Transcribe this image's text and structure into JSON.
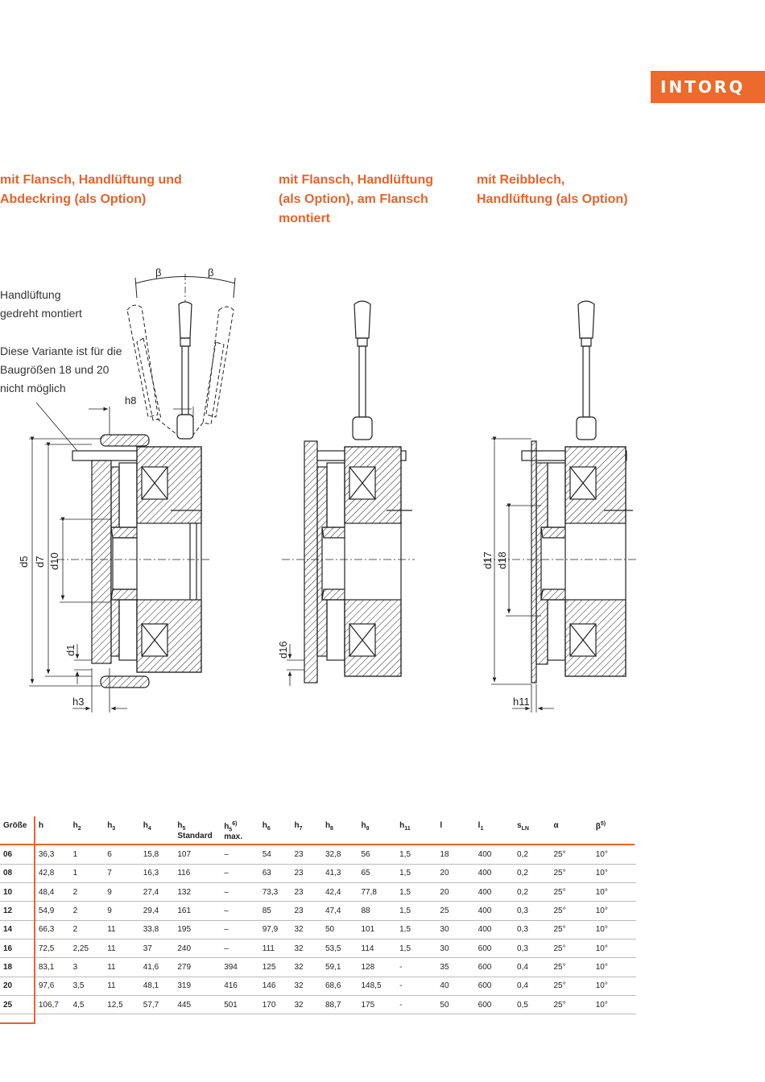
{
  "logo": "INTORQ",
  "variants": [
    {
      "lines": [
        "mit Flansch, Handlüftung und",
        "Abdeckring (als Option)"
      ]
    },
    {
      "lines": [
        "mit Flansch, Handlüftung",
        "(als Option), am Flansch",
        "montiert"
      ]
    },
    {
      "lines": [
        "mit Reibblech,",
        "Handlüftung (als Option)"
      ]
    }
  ],
  "notes": {
    "rotated": [
      "Handlüftung",
      "gedreht montiert"
    ],
    "variant": [
      "Diese Variante ist für die",
      "Baugrößen 18 und 20",
      "nicht möglich"
    ]
  },
  "dimension_labels": {
    "beta": "β",
    "h8": "h8",
    "d5": "d5",
    "d7": "d7",
    "d10": "d10",
    "d1": "d1",
    "h3": "h3",
    "d16": "d16",
    "d17": "d17",
    "d18": "d18",
    "h11": "h11"
  },
  "table": {
    "headers": [
      {
        "main": "Größe",
        "sub": "",
        "sup": "",
        "line2": ""
      },
      {
        "main": "h",
        "sub": "",
        "sup": "",
        "line2": ""
      },
      {
        "main": "h",
        "sub": "2",
        "sup": "",
        "line2": ""
      },
      {
        "main": "h",
        "sub": "3",
        "sup": "",
        "line2": ""
      },
      {
        "main": "h",
        "sub": "4",
        "sup": "",
        "line2": ""
      },
      {
        "main": "h",
        "sub": "5",
        "sup": "",
        "line2": "Standard"
      },
      {
        "main": "h",
        "sub": "5",
        "sup": "6)",
        "line2": "max."
      },
      {
        "main": "h",
        "sub": "6",
        "sup": "",
        "line2": ""
      },
      {
        "main": "h",
        "sub": "7",
        "sup": "",
        "line2": ""
      },
      {
        "main": "h",
        "sub": "8",
        "sup": "",
        "line2": ""
      },
      {
        "main": "h",
        "sub": "9",
        "sup": "",
        "line2": ""
      },
      {
        "main": "h",
        "sub": "11",
        "sup": "",
        "line2": ""
      },
      {
        "main": "l",
        "sub": "",
        "sup": "",
        "line2": ""
      },
      {
        "main": "l",
        "sub": "1",
        "sup": "",
        "line2": ""
      },
      {
        "main": "s",
        "sub": "LN",
        "sup": "",
        "line2": ""
      },
      {
        "main": "α",
        "sub": "",
        "sup": "",
        "line2": ""
      },
      {
        "main": "β",
        "sub": "",
        "sup": "5)",
        "line2": ""
      }
    ],
    "rows": [
      [
        "06",
        "36,3",
        "1",
        "6",
        "15,8",
        "107",
        "–",
        "54",
        "23",
        "32,8",
        "56",
        "1,5",
        "18",
        "400",
        "0,2",
        "25°",
        "10°"
      ],
      [
        "08",
        "42,8",
        "1",
        "7",
        "16,3",
        "116",
        "–",
        "63",
        "23",
        "41,3",
        "65",
        "1,5",
        "20",
        "400",
        "0,2",
        "25°",
        "10°"
      ],
      [
        "10",
        "48,4",
        "2",
        "9",
        "27,4",
        "132",
        "–",
        "73,3",
        "23",
        "42,4",
        "77,8",
        "1,5",
        "20",
        "400",
        "0,2",
        "25°",
        "10°"
      ],
      [
        "12",
        "54,9",
        "2",
        "9",
        "29,4",
        "161",
        "–",
        "85",
        "23",
        "47,4",
        "88",
        "1,5",
        "25",
        "400",
        "0,3",
        "25°",
        "10°"
      ],
      [
        "14",
        "66,3",
        "2",
        "11",
        "33,8",
        "195",
        "–",
        "97,9",
        "32",
        "50",
        "101",
        "1,5",
        "30",
        "400",
        "0,3",
        "25°",
        "10°"
      ],
      [
        "16",
        "72,5",
        "2,25",
        "11",
        "37",
        "240",
        "–",
        "111",
        "32",
        "53,5",
        "114",
        "1,5",
        "30",
        "600",
        "0,3",
        "25°",
        "10°"
      ],
      [
        "18",
        "83,1",
        "3",
        "11",
        "41,6",
        "279",
        "394",
        "125",
        "32",
        "59,1",
        "128",
        "-",
        "35",
        "600",
        "0,4",
        "25°",
        "10°"
      ],
      [
        "20",
        "97,6",
        "3,5",
        "11",
        "48,1",
        "319",
        "416",
        "146",
        "32",
        "68,6",
        "148,5",
        "-",
        "40",
        "600",
        "0,4",
        "25°",
        "10°"
      ],
      [
        "25",
        "106,7",
        "4,5",
        "12,5",
        "57,7",
        "445",
        "501",
        "170",
        "32",
        "88,7",
        "175",
        "-",
        "50",
        "600",
        "0,5",
        "25°",
        "10°"
      ]
    ]
  }
}
